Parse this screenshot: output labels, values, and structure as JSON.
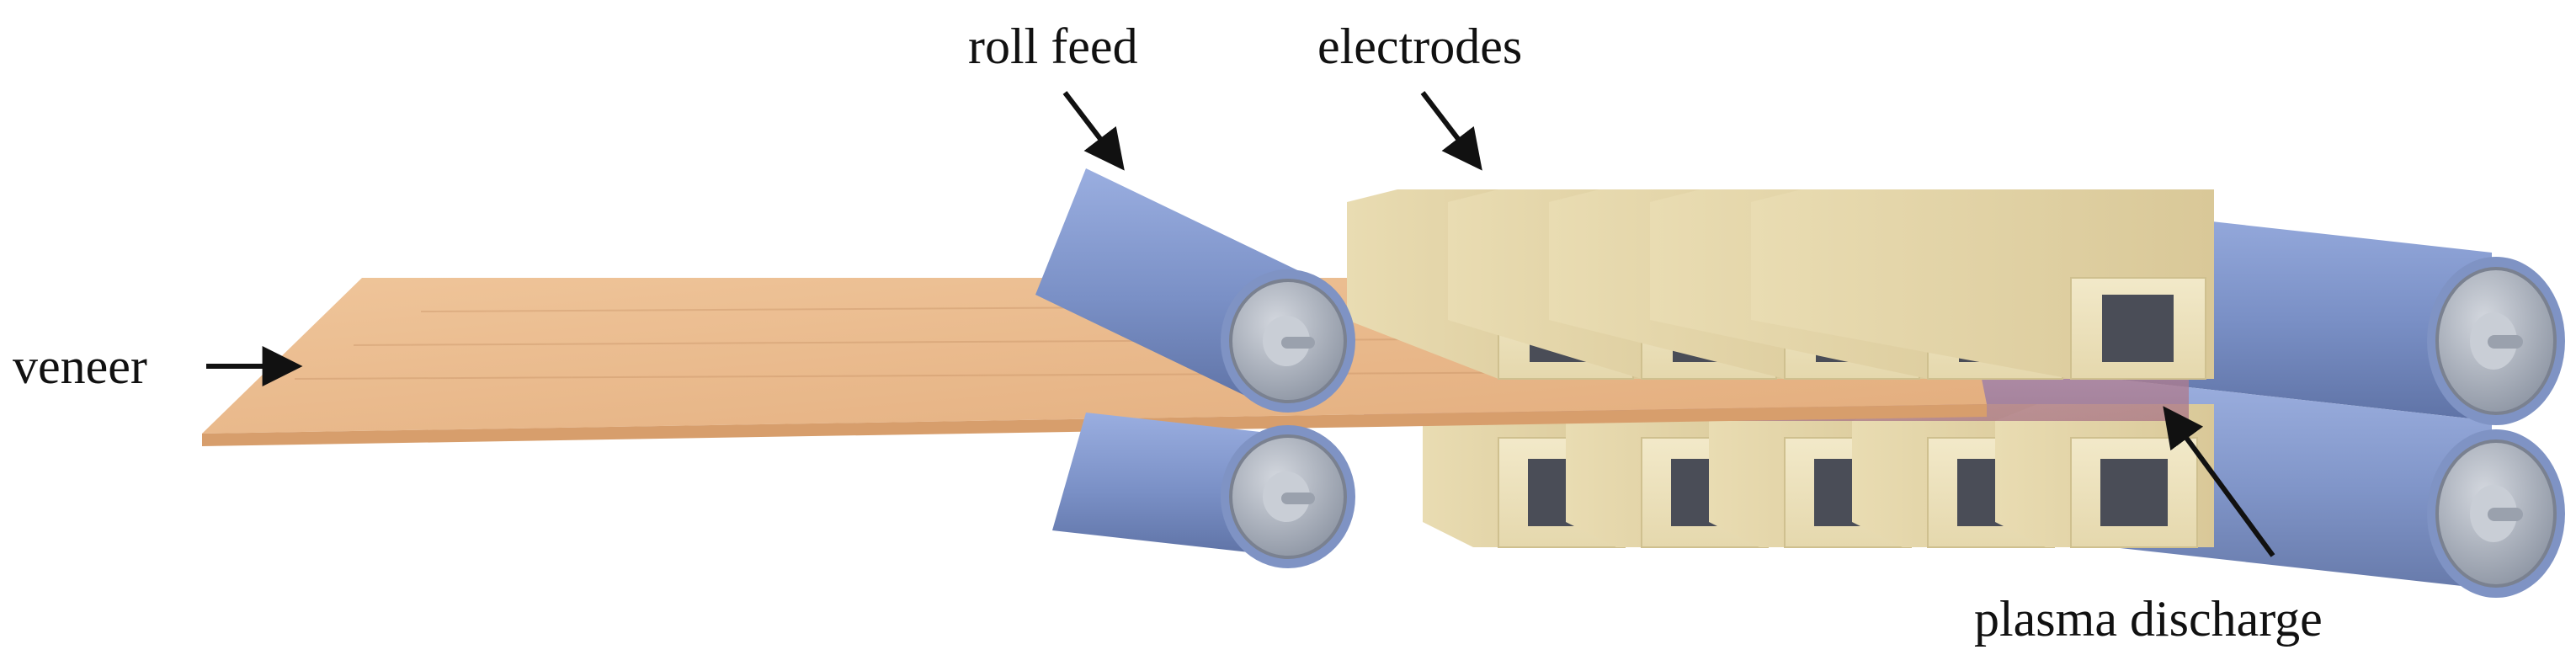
{
  "labels": {
    "veneer": "veneer",
    "roll_feed": "roll feed",
    "electrodes": "electrodes",
    "plasma_discharge": "plasma discharge"
  },
  "colors": {
    "veneer": "#e8b98a",
    "roller": "#7f93c4",
    "roller_cap": "#a9b1bd",
    "electrode": "#eadfb8",
    "electrode_core": "#4a4d57",
    "plasma": "#b98a9a",
    "arrow": "#111111"
  },
  "diagram": {
    "electrode_pairs": 5,
    "roller_pairs": 2
  }
}
